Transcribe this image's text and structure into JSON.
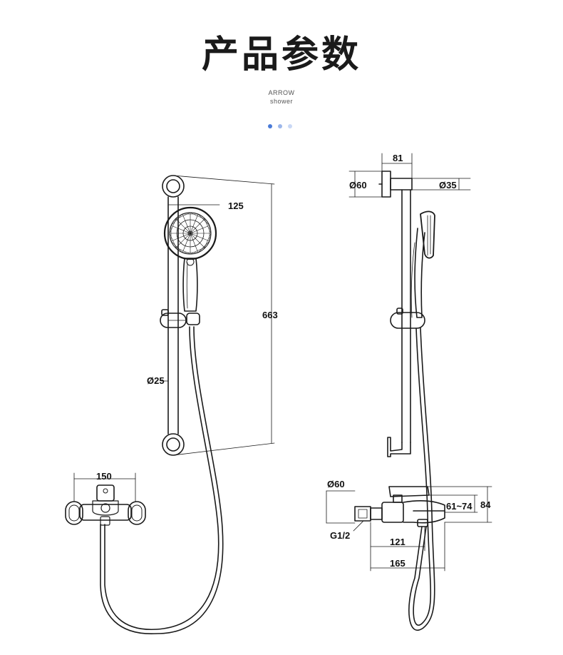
{
  "header": {
    "title": "产品参数",
    "subtitle_line1": "ARROW",
    "subtitle_line2": "shower"
  },
  "pagination": {
    "dot_colors": [
      "#4a7bd8",
      "#9db7ea",
      "#c9d8f5"
    ]
  },
  "dimensions": {
    "front": {
      "headWidth": "125",
      "railHeight": "663",
      "railDiameter": "Ø25",
      "mixerWidth": "150"
    },
    "side": {
      "bracketDepth": "81",
      "wallPlateDiameter": "Ø60",
      "bracketDiameter": "Ø35",
      "mixerPlateDiameter": "Ø60",
      "mixerHeight": "84",
      "spoutRange": "61~74",
      "connectionThread": "G1/2",
      "spoutReach": "121",
      "totalDepth": "165"
    }
  }
}
